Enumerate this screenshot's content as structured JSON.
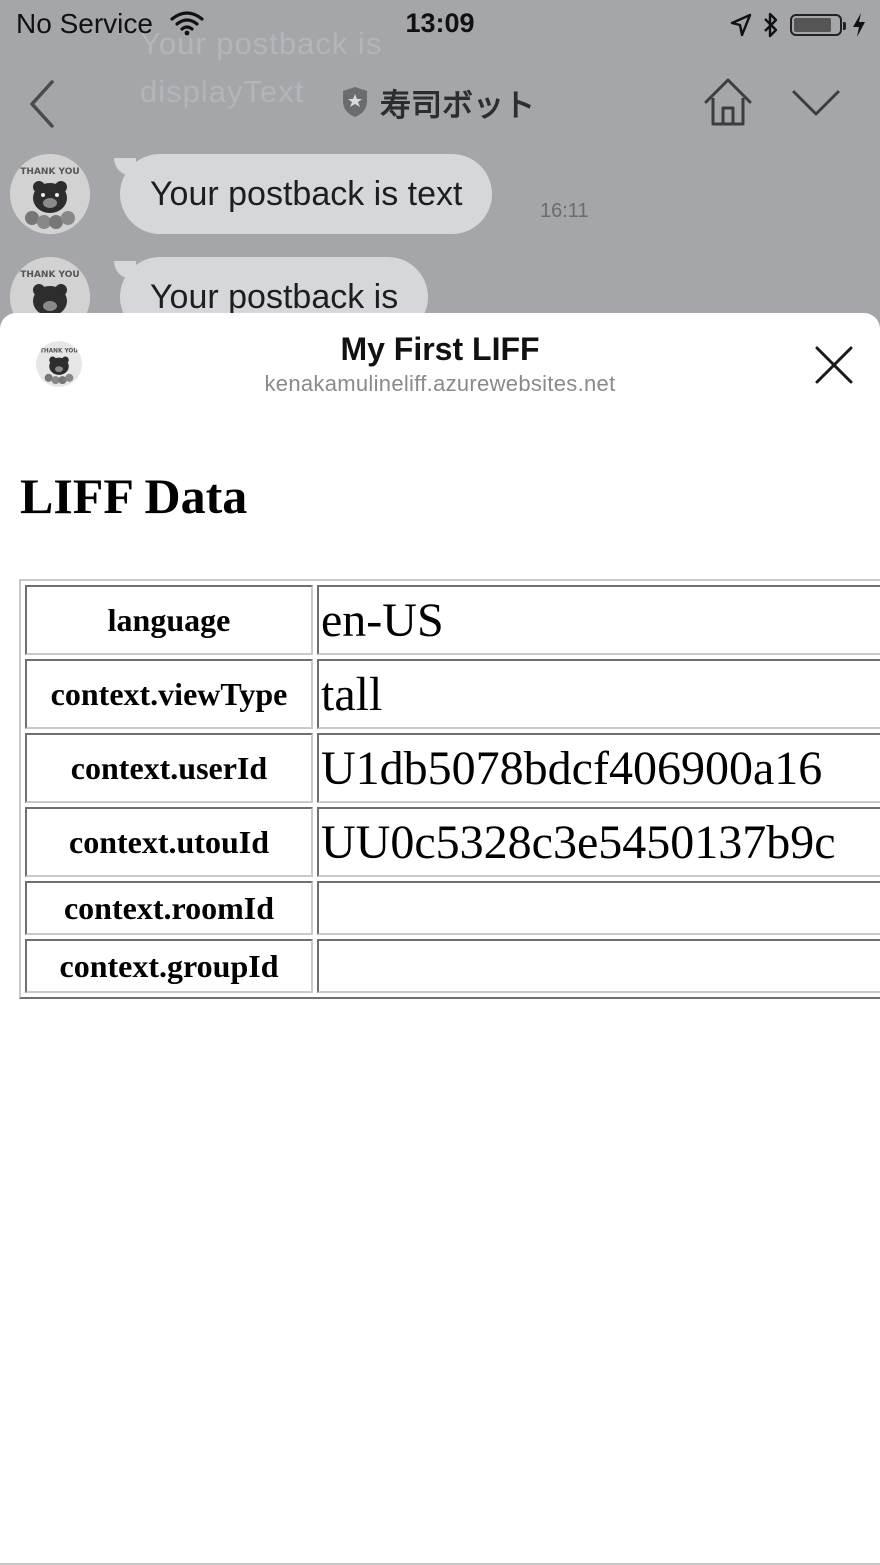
{
  "status_bar": {
    "carrier": "No Service",
    "time": "13:09",
    "battery_level": 0.85,
    "icons": [
      "wifi-icon",
      "location-arrow-icon",
      "bluetooth-icon",
      "battery-icon",
      "charging-bolt-icon"
    ]
  },
  "chat": {
    "ghost_lines": [
      "Your postback is",
      "displayText"
    ],
    "bot_name": "寿司ボット",
    "messages": [
      {
        "text": "Your postback is text",
        "time": "16:11"
      },
      {
        "text": "Your postback is",
        "time": ""
      }
    ],
    "icons": [
      "back-chevron-icon",
      "shield-icon",
      "home-icon",
      "chevron-down-icon"
    ]
  },
  "liff": {
    "title": "My First LIFF",
    "domain": "kenakamulineliff.azurewebsites.net",
    "page_title": "LIFF Data",
    "rows": [
      {
        "key": "language",
        "value": "en-US"
      },
      {
        "key": "context.viewType",
        "value": "tall"
      },
      {
        "key": "context.userId",
        "value": "U1db5078bdcf406900a16"
      },
      {
        "key": "context.utouId",
        "value": "UU0c5328c3e5450137b9c"
      },
      {
        "key": "context.roomId",
        "value": ""
      },
      {
        "key": "context.groupId",
        "value": ""
      }
    ]
  }
}
